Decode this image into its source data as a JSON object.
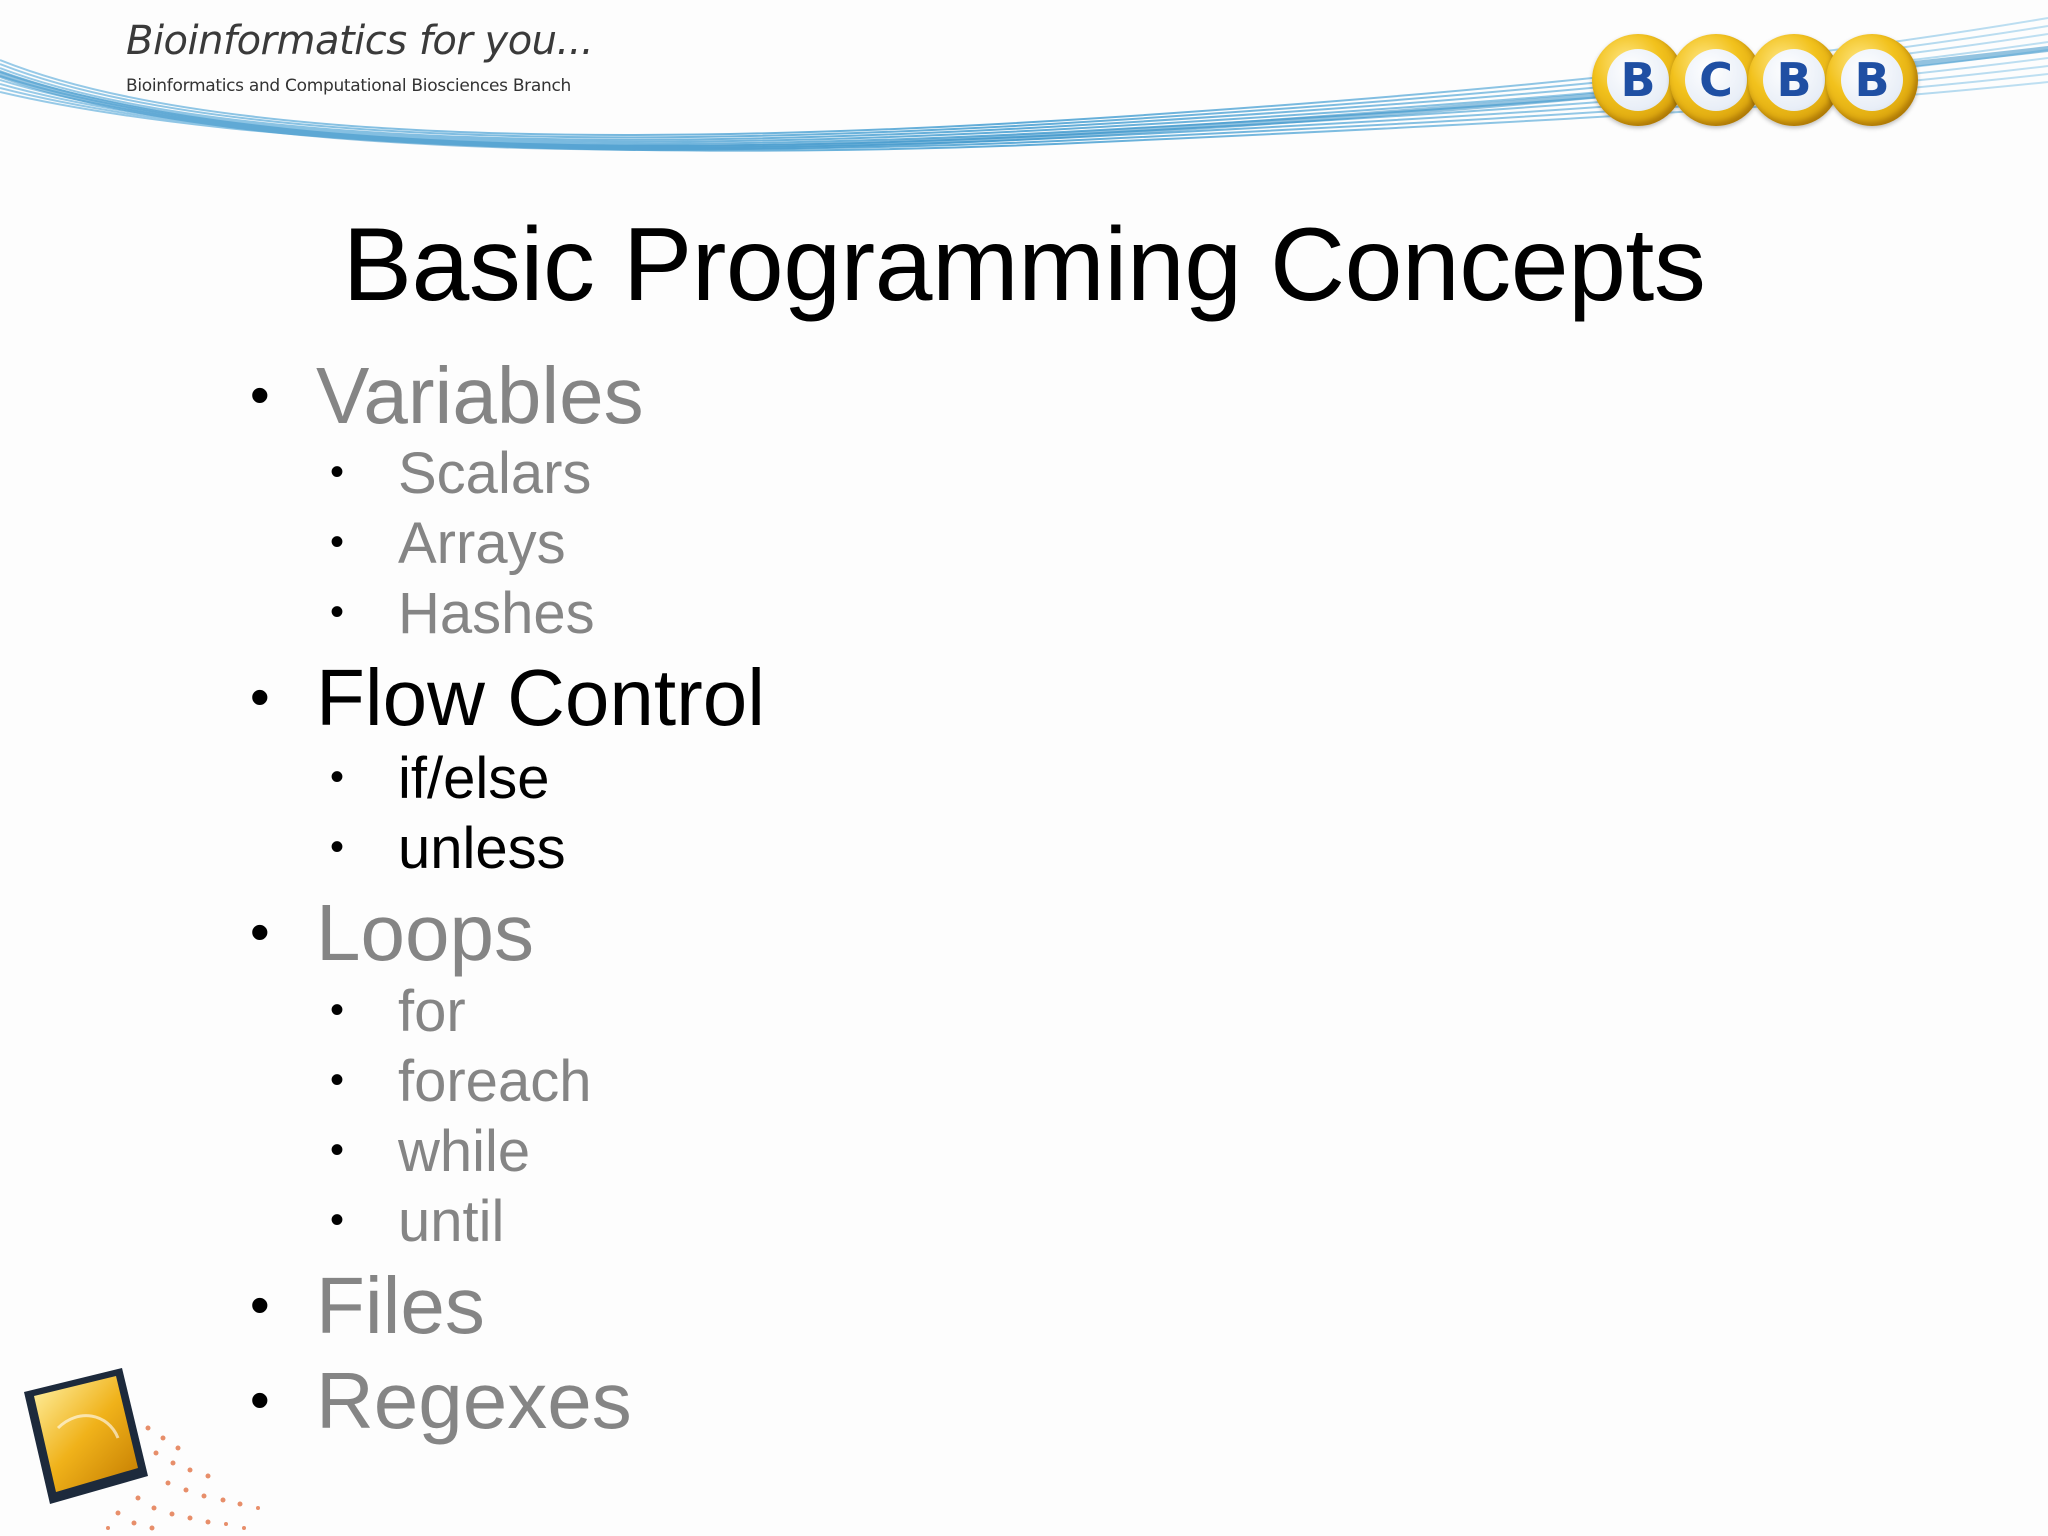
{
  "header": {
    "brand_title": "Bioinformatics for you...",
    "brand_subtitle": "Bioinformatics and Computational Biosciences Branch",
    "logo_letters": [
      "B",
      "C",
      "B",
      "B"
    ]
  },
  "slide": {
    "title": "Basic Programming Concepts",
    "items": [
      {
        "label": "Variables",
        "active": false,
        "children": [
          "Scalars",
          "Arrays",
          "Hashes"
        ]
      },
      {
        "label": "Flow Control",
        "active": true,
        "children": [
          "if/else",
          "unless"
        ]
      },
      {
        "label": "Loops",
        "active": false,
        "children": [
          "for",
          "foreach",
          "while",
          "until"
        ]
      },
      {
        "label": "Files",
        "active": false,
        "children": []
      },
      {
        "label": "Regexes",
        "active": false,
        "children": []
      }
    ],
    "bullet_glyph": "•"
  },
  "colors": {
    "active_text": "#000000",
    "inactive_text": "#858585",
    "swoosh_blue": "#5aa9d6",
    "logo_gold": "#f2c21d",
    "logo_letter": "#1f4fa3"
  }
}
